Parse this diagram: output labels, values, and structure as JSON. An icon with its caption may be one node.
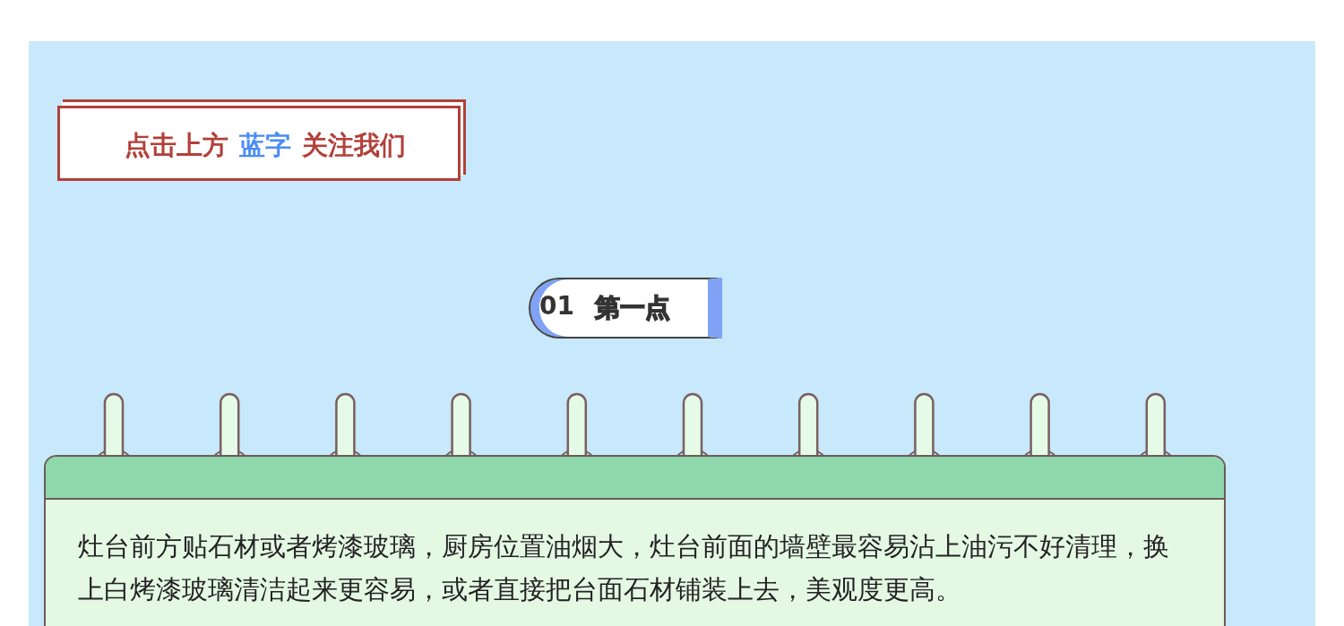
{
  "diagram": {
    "nodes": [
      {
        "text": [
          "点击上方",
          "蓝字",
          "关注我们"
        ]
      },
      {
        "text": [
          "01",
          "第一点"
        ]
      },
      {
        "text": [
          "灶台前方贴石材或者烤漆玻璃，厨房位置油烟大，灶台前面的墙壁最容易沾上油污不好清理，换上白烤漆玻璃清洁起来更容易，或者直接把台面石材铺装上去，美观度更高。"
        ]
      }
    ]
  }
}
